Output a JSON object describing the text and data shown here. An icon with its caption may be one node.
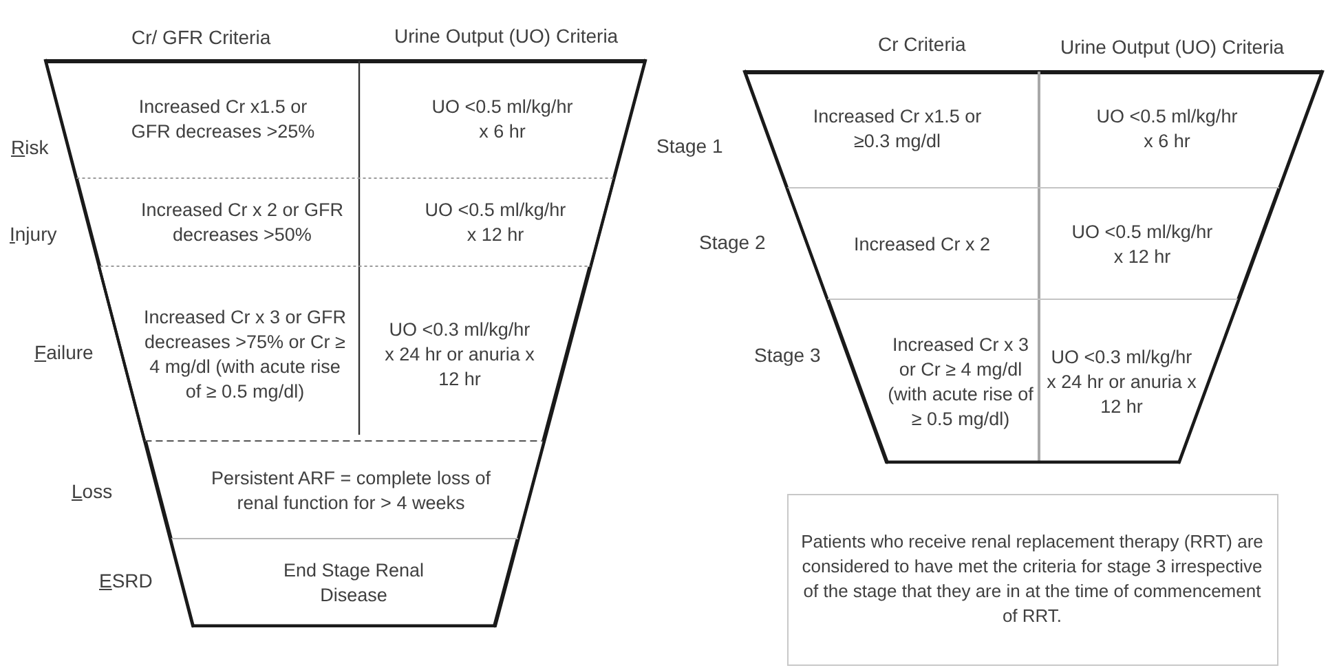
{
  "diagram": {
    "nodes": [
      {
        "text": [
          "Cr/ GFR Criteria",
          "Urine Output (UO) Criteria"
        ]
      },
      {
        "text": [
          "Increased Cr x1.5 or GFR decreases >25%",
          "UO <0.5 ml/kg/hr x 6 hr"
        ],
        "beside": [
          "Risk"
        ],
        "in": 0
      },
      {
        "text": [
          "Increased Cr x 2 or GFR decreases >50%",
          "UO <0.5 ml/kg/hr x 12 hr"
        ],
        "beside": [
          "Injury"
        ],
        "in": 0
      },
      {
        "text": [
          "Increased Cr x 3 or GFR decreases >75% or Cr ≥ 4 mg/dl (with acute rise of ≥ 0.5 mg/dl)",
          "UO <0.3 ml/kg/hr x 24 hr or anuria x 12 hr"
        ],
        "beside": [
          "Failure"
        ],
        "in": 0
      },
      {
        "text": [
          "Persistent ARF = complete loss of renal function for > 4 weeks"
        ],
        "beside": [
          "Loss"
        ],
        "in": 0
      },
      {
        "text": [
          "End Stage Renal Disease"
        ],
        "beside": [
          "ESRD"
        ],
        "in": 0
      },
      {
        "text": [
          "Cr Criteria",
          "Urine Output (UO) Criteria"
        ]
      },
      {
        "text": [
          "Increased Cr x1.5 or ≥0.3 mg/dl",
          "UO <0.5 ml/kg/hr x 6 hr"
        ],
        "beside": [
          "Stage 1"
        ],
        "in": 6
      },
      {
        "text": [
          "Increased Cr x 2",
          "UO <0.5 ml/kg/hr x 12 hr"
        ],
        "beside": [
          "Stage 2"
        ],
        "in": 6
      },
      {
        "text": [
          "Increased Cr x 3 or Cr ≥ 4 mg/dl (with acute rise of ≥ 0.5 mg/dl)",
          "UO <0.3 ml/kg/hr x 24 hr or anuria x 12 hr"
        ],
        "beside": [
          "Stage 3"
        ],
        "in": 6
      },
      {
        "text": [
          "Patients who receive renal replacement therapy (RRT) are considered to have met the criteria for stage 3 irrespective of the stage that they are in at the time of commencement of RRT."
        ]
      }
    ]
  }
}
